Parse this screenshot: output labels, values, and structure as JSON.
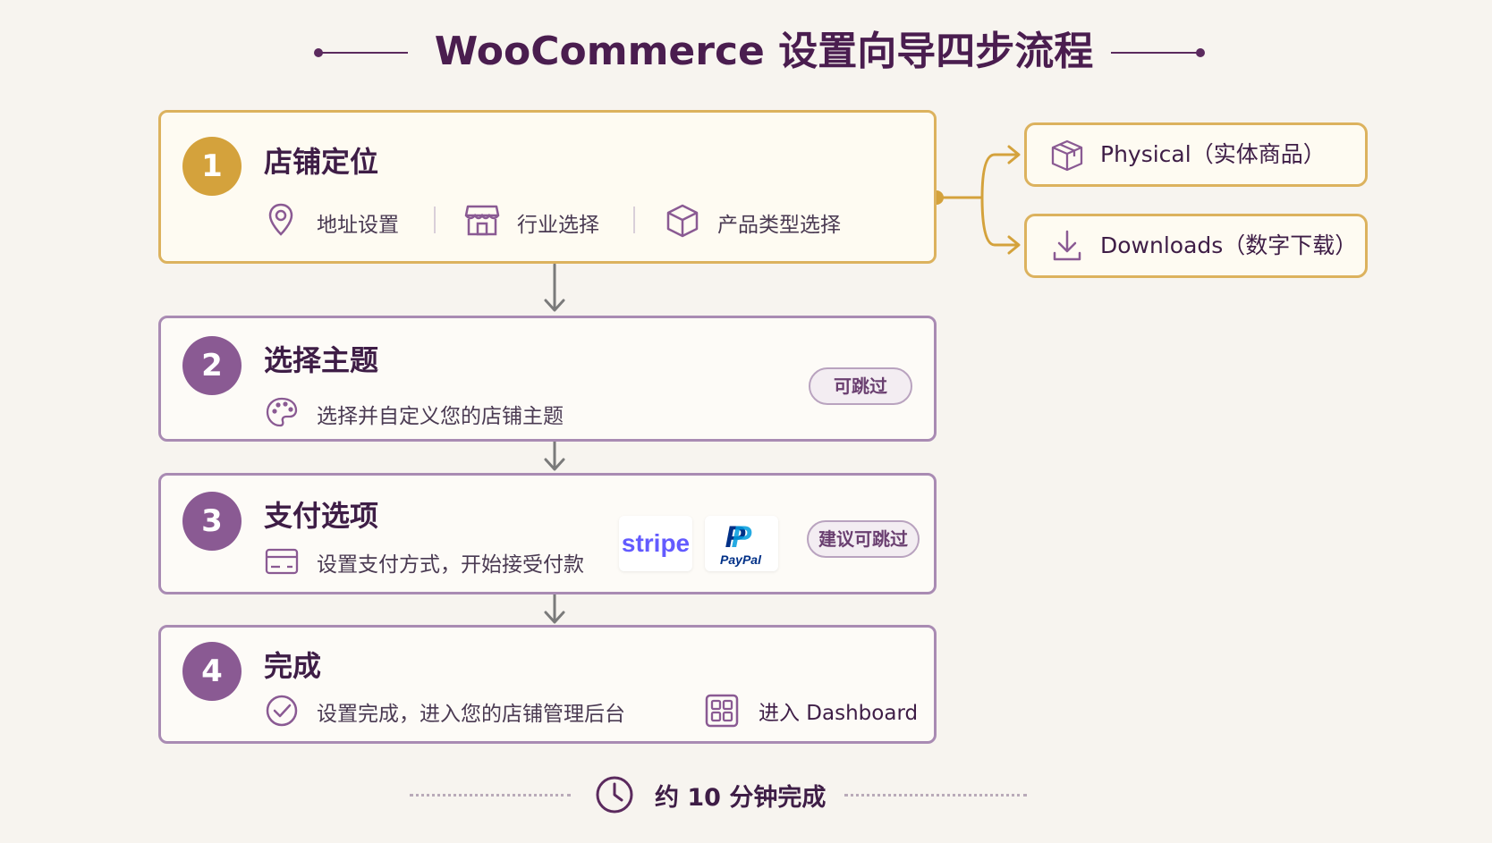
{
  "title": "WooCommerce 设置向导四步流程",
  "colors": {
    "gold": "#d4a23c",
    "purple": "#8a5a93",
    "title": "#4a1d4f",
    "background": "#f7f4ef",
    "stripe": "#635bff",
    "paypal_dark": "#003087",
    "paypal_light": "#009cde"
  },
  "steps": [
    {
      "number": "1",
      "title": "店铺定位",
      "items": [
        {
          "icon": "location-pin-icon",
          "label": "地址设置"
        },
        {
          "icon": "store-icon",
          "label": "行业选择"
        },
        {
          "icon": "box-icon",
          "label": "产品类型选择"
        }
      ]
    },
    {
      "number": "2",
      "title": "选择主题",
      "description": "选择并自定义您的店铺主题",
      "icon": "palette-icon",
      "badge": "可跳过"
    },
    {
      "number": "3",
      "title": "支付选项",
      "description": "设置支付方式，开始接受付款",
      "icon": "credit-card-icon",
      "logos": [
        "stripe",
        "PayPal"
      ],
      "badge": "建议可跳过"
    },
    {
      "number": "4",
      "title": "完成",
      "description": "设置完成，进入您的店铺管理后台",
      "icon": "check-circle-icon",
      "action": {
        "icon": "dashboard-grid-icon",
        "label": "进入 Dashboard"
      }
    }
  ],
  "product_types": [
    {
      "icon": "package-icon",
      "label": "Physical（实体商品）"
    },
    {
      "icon": "download-icon",
      "label": "Downloads（数字下载）"
    }
  ],
  "footer": {
    "icon": "clock-icon",
    "label": "约 10 分钟完成"
  }
}
